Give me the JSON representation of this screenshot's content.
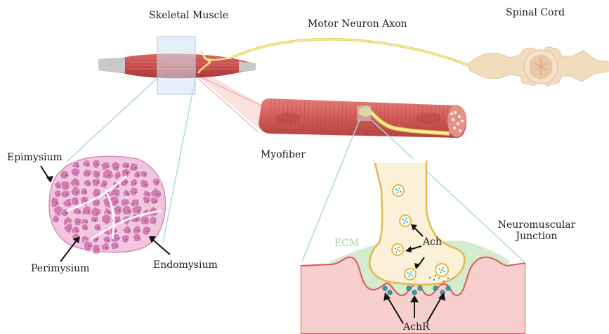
{
  "labels": {
    "skeletal_muscle": "Skeletal Muscle",
    "motor_neuron_axon": "Motor Neuron Axon",
    "spinal_cord": "Spinal Cord",
    "myofiber": "Myofiber",
    "epimysium": "Epimysium",
    "perimysium": "Perimysium",
    "endomysium": "Endomysium",
    "ecm": "ECM",
    "ach": "Ach",
    "neuromuscular_junction_line1": "Neuromuscular",
    "neuromuscular_junction_line2": "Junction",
    "achr": "AchR"
  },
  "colors": {
    "muscle_red": "#c8504e",
    "muscle_light": "#e07a6f",
    "tendon_gray": "#bdbdbd",
    "axon_yellow": "#f3e58a",
    "axon_outline": "#e2c44a",
    "spinal_beige": "#f2dcc0",
    "fascicle_pink": "#d27bb0",
    "membrane_pink": "#f6c7c4",
    "membrane_line": "#d9575b",
    "terminal_cream": "#faf1d6",
    "terminal_outline": "#e0b84c",
    "ecm_green": "#cde8c6",
    "receptor_teal": "#2aa4a6",
    "callout_blue": "#a9d8e3"
  }
}
